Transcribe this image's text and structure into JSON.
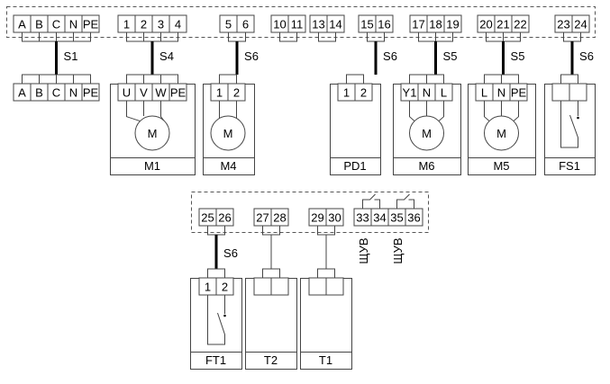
{
  "top_panel": {
    "terminal_groups": [
      {
        "id": "g-abc",
        "terminals": [
          "A",
          "B",
          "C",
          "N",
          "PE"
        ],
        "cable": "S1",
        "target": "mains"
      },
      {
        "id": "g-1-4",
        "terminals": [
          "1",
          "2",
          "3",
          "4"
        ],
        "cable": "S4",
        "target": "M1"
      },
      {
        "id": "g-5-6",
        "terminals": [
          "5",
          "6"
        ],
        "cable": "S6",
        "target": "M4"
      },
      {
        "id": "g-10-11",
        "terminals": [
          "10",
          "11"
        ],
        "cable": null,
        "target": null
      },
      {
        "id": "g-13-14",
        "terminals": [
          "13",
          "14"
        ],
        "cable": null,
        "target": null
      },
      {
        "id": "g-15-16",
        "terminals": [
          "15",
          "16"
        ],
        "cable": "S6",
        "target": "PD1"
      },
      {
        "id": "g-17-19",
        "terminals": [
          "17",
          "18",
          "19"
        ],
        "cable": "S5",
        "target": "M6"
      },
      {
        "id": "g-20-22",
        "terminals": [
          "20",
          "21",
          "22"
        ],
        "cable": "S5",
        "target": "M5"
      },
      {
        "id": "g-23-24",
        "terminals": [
          "23",
          "24"
        ],
        "cable": "S6",
        "target": "FS1"
      }
    ]
  },
  "top_devices": [
    {
      "id": "mains",
      "label": null,
      "terminals": [
        "A",
        "B",
        "C",
        "N",
        "PE"
      ],
      "kind": "terminals"
    },
    {
      "id": "M1",
      "label": "M1",
      "terminals": [
        "U",
        "V",
        "W",
        "PE"
      ],
      "kind": "motor",
      "symbol": "M"
    },
    {
      "id": "M4",
      "label": "M4",
      "terminals": [
        "1",
        "2"
      ],
      "kind": "motor",
      "symbol": "M"
    },
    {
      "id": "PD1",
      "label": "PD1",
      "terminals": [
        "1",
        "2"
      ],
      "kind": "blank"
    },
    {
      "id": "M6",
      "label": "M6",
      "terminals": [
        "Y1",
        "N",
        "L"
      ],
      "kind": "motor",
      "symbol": "M"
    },
    {
      "id": "M5",
      "label": "M5",
      "terminals": [
        "L",
        "N",
        "PE"
      ],
      "kind": "motor",
      "symbol": "M"
    },
    {
      "id": "FS1",
      "label": "FS1",
      "terminals": [
        "",
        ""
      ],
      "kind": "switch"
    }
  ],
  "bottom_panel": {
    "terminal_groups": [
      {
        "id": "g-25-26",
        "terminals": [
          "25",
          "26"
        ],
        "cable": "S6",
        "target": "FT1"
      },
      {
        "id": "g-27-28",
        "terminals": [
          "27",
          "28"
        ],
        "cable": null,
        "target": "T2"
      },
      {
        "id": "g-29-30",
        "terminals": [
          "29",
          "30"
        ],
        "cable": null,
        "target": "T1"
      },
      {
        "id": "g-33-36",
        "terminals": [
          "33",
          "34",
          "35",
          "36"
        ],
        "cable": null,
        "target": null
      }
    ],
    "contact_labels": [
      "ЩУВ",
      "ЩУВ"
    ]
  },
  "bottom_devices": [
    {
      "id": "FT1",
      "label": "FT1",
      "terminals": [
        "1",
        "2"
      ],
      "kind": "switch"
    },
    {
      "id": "T2",
      "label": "T2",
      "terminals": [
        "",
        ""
      ],
      "kind": "blank"
    },
    {
      "id": "T1",
      "label": "T1",
      "terminals": [
        "",
        ""
      ],
      "kind": "blank"
    }
  ]
}
